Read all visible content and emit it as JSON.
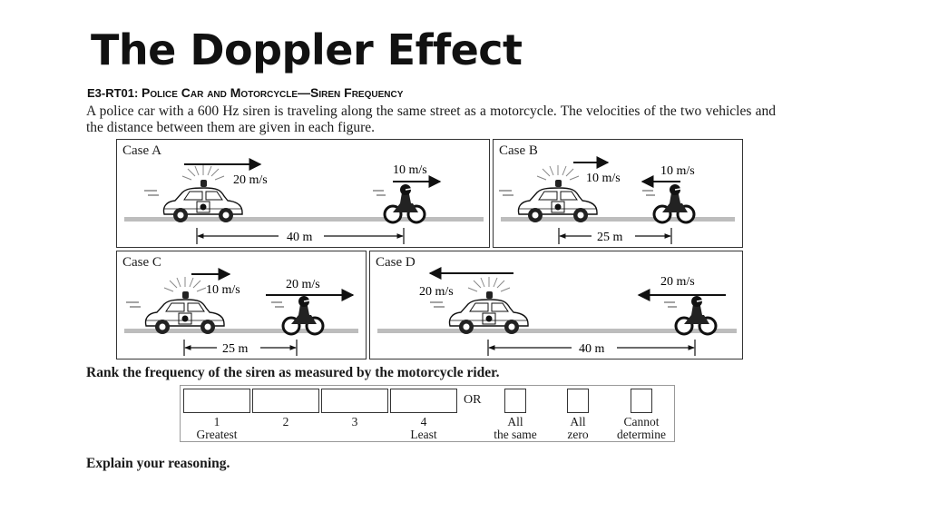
{
  "slide": {
    "title": "The Doppler Effect"
  },
  "problem": {
    "code": "E3-RT01:",
    "heading": "Police Car and Motorcycle—Siren Frequency",
    "text": "A police car with a 600 Hz siren is traveling along the same street as a motorcycle. The velocities of the two vehicles and the distance between them are given in each figure."
  },
  "cases": {
    "a": {
      "label": "Case A",
      "car_speed": "20 m/s",
      "moto_speed": "10 m/s",
      "distance": "40 m"
    },
    "b": {
      "label": "Case B",
      "car_speed": "10 m/s",
      "moto_speed": "10 m/s",
      "distance": "25 m"
    },
    "c": {
      "label": "Case C",
      "car_speed": "10 m/s",
      "moto_speed": "20 m/s",
      "distance": "25 m"
    },
    "d": {
      "label": "Case D",
      "car_speed": "20 m/s",
      "moto_speed": "20 m/s",
      "distance": "40 m"
    }
  },
  "ranking": {
    "instruction": "Rank the frequency of the siren as measured by the motorcycle rider.",
    "ranks": [
      "1",
      "2",
      "3",
      "4"
    ],
    "greatest": "Greatest",
    "least": "Least",
    "or": "OR",
    "all_same_1": "All",
    "all_same_2": "the same",
    "all_zero_1": "All",
    "all_zero_2": "zero",
    "cannot_1": "Cannot",
    "cannot_2": "determine"
  },
  "explain": "Explain your reasoning.",
  "colors": {
    "text": "#1a1a1a",
    "ground": "#bdbdbd",
    "line": "#333333"
  }
}
